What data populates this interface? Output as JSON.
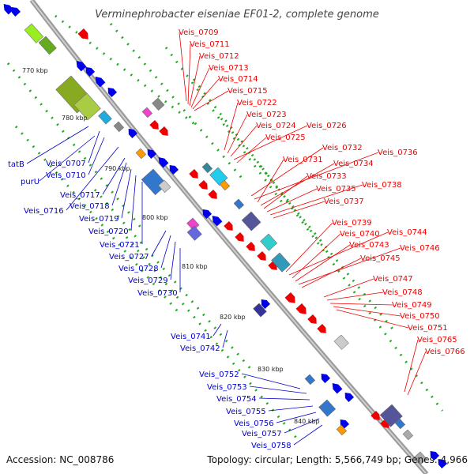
{
  "title": "Verminephrobacter eiseniae EF01-2, complete genome",
  "accession": "Accession: NC_008786",
  "summary": "Topology: circular; Length: 5,566,749 bp; Genes: 4,966",
  "colors": {
    "backbone": "#888888",
    "minus_label": "#0000cc",
    "plus_label": "#ee0000",
    "minus_gene": "#0000ee",
    "plus_gene": "#ee0000",
    "tick": "#22aa22"
  },
  "kbp_marks": [
    "770 kbp",
    "780 kbp",
    "790 kbp",
    "800 kbp",
    "810 kbp",
    "820 kbp",
    "830 kbp",
    "840 kbp"
  ],
  "minus_labels": [
    "tatB",
    "purU",
    "Veis_0707",
    "Veis_0710",
    "Veis_0716",
    "Veis_0717",
    "Veis_0718",
    "Veis_0719",
    "Veis_0720",
    "Veis_0721",
    "Veis_0727",
    "Veis_0728",
    "Veis_0729",
    "Veis_0730",
    "Veis_0741",
    "Veis_0742",
    "Veis_0752",
    "Veis_0753",
    "Veis_0754",
    "Veis_0755",
    "Veis_0756",
    "Veis_0757",
    "Veis_0758"
  ],
  "plus_labels": [
    "Veis_0709",
    "Veis_0711",
    "Veis_0712",
    "Veis_0713",
    "Veis_0714",
    "Veis_0715",
    "Veis_0722",
    "Veis_0723",
    "Veis_0724",
    "Veis_0726",
    "Veis_0725",
    "Veis_0732",
    "Veis_0736",
    "Veis_0731",
    "Veis_0734",
    "Veis_0733",
    "Veis_0735",
    "Veis_0738",
    "Veis_0737",
    "Veis_0739",
    "Veis_0744",
    "Veis_0740",
    "Veis_0743",
    "Veis_0746",
    "Veis_0745",
    "Veis_0747",
    "Veis_0748",
    "Veis_0749",
    "Veis_0750",
    "Veis_0751",
    "Veis_0765",
    "Veis_0766"
  ]
}
